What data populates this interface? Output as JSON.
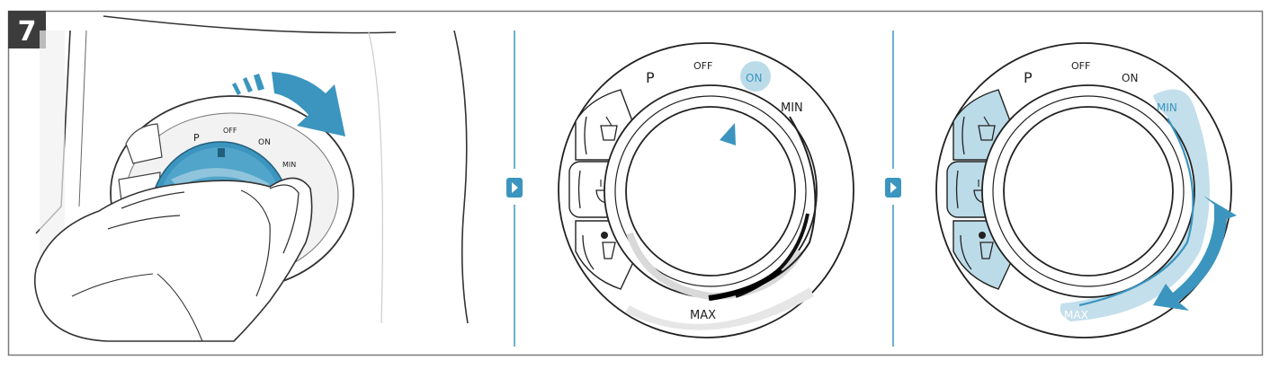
{
  "step": {
    "number": "7"
  },
  "colors": {
    "accent": "#3b95bf",
    "accent_light": "#bcdbe9",
    "accent_pale": "#dcedf4",
    "line": "#222222",
    "frame": "#7a7a7a",
    "step_badge": "#3c3c3c"
  },
  "panel1": {
    "labels": {
      "p": "P",
      "off": "OFF",
      "on": "ON",
      "min": "MIN"
    }
  },
  "panel2": {
    "labels": {
      "p": "P",
      "off": "OFF",
      "on": "ON",
      "min": "MIN",
      "max": "MAX"
    },
    "highlighted": "on"
  },
  "panel3": {
    "labels": {
      "p": "P",
      "off": "OFF",
      "on": "ON",
      "min": "MIN",
      "max": "MAX"
    },
    "highlighted": "min-to-max-range"
  },
  "icons": [
    "hand-turning-knob-illustration",
    "rotate-right-arrow-icon",
    "ice-crush-program-icon",
    "soup-program-icon",
    "smoothie-program-icon",
    "start-position-pointer-icon",
    "next-step-arrow-icon",
    "speed-adjust-double-arrow-icon"
  ]
}
